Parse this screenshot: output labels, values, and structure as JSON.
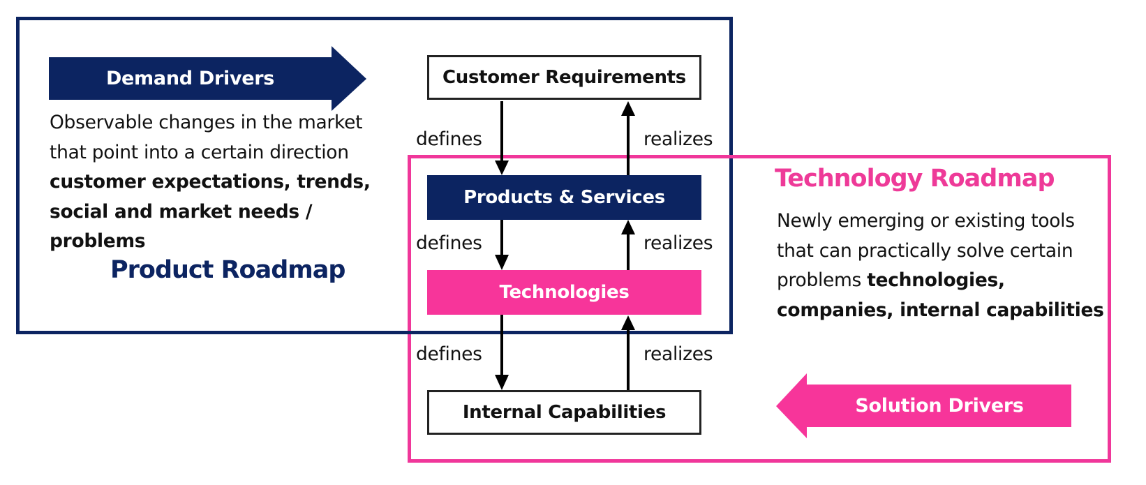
{
  "colors": {
    "navy": "#0c2461",
    "pink": "#f7359a",
    "text": "#111111"
  },
  "product_roadmap": {
    "title": "Product Roadmap",
    "driver_arrow": {
      "label": "Demand Drivers",
      "direction": "right"
    },
    "description": {
      "plain": "Observable changes in the market that point into a certain direction",
      "bold": "customer expectations, trends, social and market needs / problems"
    }
  },
  "technology_roadmap": {
    "title": "Technology Roadmap",
    "driver_arrow": {
      "label": "Solution Drivers",
      "direction": "left"
    },
    "description": {
      "plain": "Newly emerging or existing tools that can practically solve certain problems",
      "bold": "technologies, companies, internal capabilities"
    }
  },
  "nodes": [
    {
      "id": "customer-requirements",
      "label": "Customer Requirements",
      "style": "outline"
    },
    {
      "id": "products-services",
      "label": "Products & Services",
      "style": "navy"
    },
    {
      "id": "technologies",
      "label": "Technologies",
      "style": "pink"
    },
    {
      "id": "internal-capabilities",
      "label": "Internal Capabilities",
      "style": "outline"
    }
  ],
  "edges": [
    {
      "from": "customer-requirements",
      "to": "products-services",
      "down_label": "defines",
      "up_label": "realizes"
    },
    {
      "from": "products-services",
      "to": "technologies",
      "down_label": "defines",
      "up_label": "realizes"
    },
    {
      "from": "technologies",
      "to": "internal-capabilities",
      "down_label": "defines",
      "up_label": "realizes"
    }
  ]
}
